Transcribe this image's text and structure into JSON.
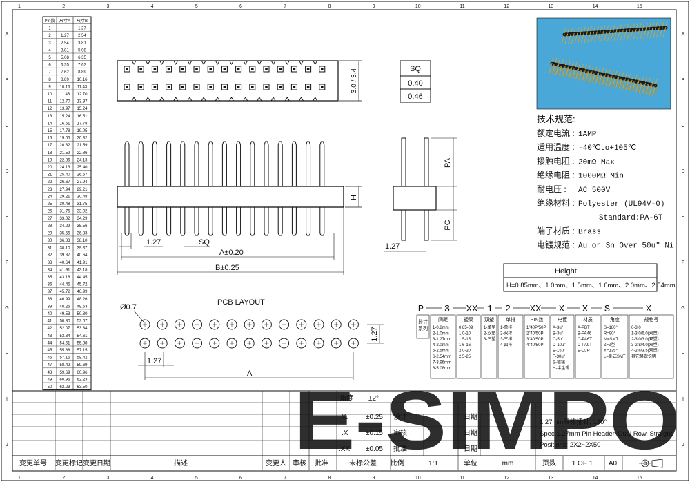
{
  "frame": {
    "top_numbers": [
      "1",
      "2",
      "3",
      "4",
      "5",
      "6",
      "7",
      "8",
      "9",
      "10",
      "11",
      "12",
      "13",
      "14",
      "15"
    ],
    "side_letters": [
      "A",
      "B",
      "C",
      "D",
      "E",
      "F",
      "G",
      "H",
      "I",
      "J"
    ]
  },
  "pin_table": {
    "headers": [
      "Pin数",
      "尺寸A",
      "尺寸B"
    ],
    "rows": [
      [
        "1",
        "",
        "1.27"
      ],
      [
        "2",
        "1.27",
        "2.54"
      ],
      [
        "3",
        "2.54",
        "3.81"
      ],
      [
        "4",
        "3.81",
        "5.08"
      ],
      [
        "5",
        "5.08",
        "6.35"
      ],
      [
        "6",
        "6.35",
        "7.62"
      ],
      [
        "7",
        "7.62",
        "8.89"
      ],
      [
        "8",
        "8.89",
        "10.16"
      ],
      [
        "9",
        "10.16",
        "11.43"
      ],
      [
        "10",
        "11.43",
        "12.70"
      ],
      [
        "11",
        "12.70",
        "13.97"
      ],
      [
        "12",
        "13.97",
        "15.24"
      ],
      [
        "13",
        "15.24",
        "16.51"
      ],
      [
        "14",
        "16.51",
        "17.78"
      ],
      [
        "15",
        "17.78",
        "19.05"
      ],
      [
        "16",
        "19.05",
        "20.32"
      ],
      [
        "17",
        "20.32",
        "21.59"
      ],
      [
        "18",
        "21.59",
        "22.86"
      ],
      [
        "19",
        "22.86",
        "24.13"
      ],
      [
        "20",
        "24.13",
        "25.40"
      ],
      [
        "21",
        "25.40",
        "26.67"
      ],
      [
        "22",
        "26.67",
        "27.94"
      ],
      [
        "23",
        "27.94",
        "29.21"
      ],
      [
        "24",
        "29.21",
        "30.48"
      ],
      [
        "25",
        "30.48",
        "31.75"
      ],
      [
        "26",
        "31.75",
        "33.02"
      ],
      [
        "27",
        "33.02",
        "34.29"
      ],
      [
        "28",
        "34.29",
        "35.56"
      ],
      [
        "29",
        "35.56",
        "36.83"
      ],
      [
        "30",
        "36.83",
        "38.10"
      ],
      [
        "31",
        "38.10",
        "39.37"
      ],
      [
        "32",
        "39.37",
        "40.64"
      ],
      [
        "33",
        "40.64",
        "41.91"
      ],
      [
        "34",
        "41.91",
        "43.18"
      ],
      [
        "35",
        "43.18",
        "44.45"
      ],
      [
        "36",
        "44.45",
        "45.72"
      ],
      [
        "37",
        "45.72",
        "46.99"
      ],
      [
        "38",
        "46.99",
        "48.26"
      ],
      [
        "39",
        "48.26",
        "49.53"
      ],
      [
        "40",
        "49.53",
        "50.80"
      ],
      [
        "41",
        "50.80",
        "52.07"
      ],
      [
        "42",
        "52.07",
        "53.34"
      ],
      [
        "43",
        "53.34",
        "54.61"
      ],
      [
        "44",
        "54.61",
        "55.88"
      ],
      [
        "45",
        "55.88",
        "57.15"
      ],
      [
        "46",
        "57.15",
        "58.42"
      ],
      [
        "47",
        "58.42",
        "59.69"
      ],
      [
        "48",
        "59.69",
        "60.96"
      ],
      [
        "49",
        "60.96",
        "62.23"
      ],
      [
        "50",
        "62.23",
        "63.50"
      ]
    ]
  },
  "dims": {
    "h_top": "3.0 / 3.4",
    "pitch": "1.27",
    "sq": "SQ",
    "a_tol": "A±0.20",
    "b_tol": "B±0.25",
    "pa": "PA",
    "pc": "PC",
    "h": "H",
    "side_pitch": "1.27"
  },
  "sq_table": {
    "header": "SQ",
    "values": [
      "0.40",
      "0.46"
    ]
  },
  "pcb": {
    "title": "PCB LAYOUT",
    "hole": "Ø0.7",
    "pitch_x": "1.27",
    "pitch_y": "1.27",
    "a": "A"
  },
  "specs": {
    "title": "技术规范:",
    "rows": [
      {
        "label": "额定电流 :",
        "value": "1AMP"
      },
      {
        "label": "适用温度 :",
        "value": "-40℃to+105℃"
      },
      {
        "label": "接触电阻 :",
        "value": "20mΩ Max"
      },
      {
        "label": "绝缘电阻 :",
        "value": "1000MΩ Min"
      },
      {
        "label": "耐电压 :",
        "value": "AC 500V"
      },
      {
        "label": "绝缘材料 :",
        "value": "Polyester (UL94V-0)"
      },
      {
        "label": "",
        "value": "Standard:PA-6T"
      },
      {
        "label": "端子材质 :",
        "value": "Brass"
      },
      {
        "label": "电镀规范 :",
        "value": "Au or Sn Over 50u\" Ni"
      }
    ]
  },
  "height_box": {
    "title": "Height",
    "value": "H=0.85mm、1.0mm、1.5mm、1.6mm、2.0mm、2.54mm"
  },
  "part_code": {
    "letters": [
      "P",
      "3",
      "XX",
      "1",
      "2",
      "XX",
      "X",
      "X",
      "S",
      "X"
    ],
    "columns": [
      {
        "head": "排针系列",
        "lines": []
      },
      {
        "head": "间距",
        "lines": [
          "1-0.8mm",
          "2-1.0mm",
          "3-1.27mm",
          "4-2.0mm",
          "5-2.5mm",
          "6-2.54mm",
          "7-3.96mm",
          "8-5.08mm"
        ]
      },
      {
        "head": "塑高",
        "lines": [
          "0.85-09",
          "1.0-10",
          "1.5-15",
          "1.6-16",
          "2.0-20",
          "2.5-25"
        ]
      },
      {
        "head": "双塑",
        "lines": [
          "1-单塑",
          "2-双塑",
          "3-三塑"
        ]
      },
      {
        "head": "单排",
        "lines": [
          "1-单排",
          "2-双排",
          "3-三排",
          "4-四排"
        ]
      },
      {
        "head": "PIN数",
        "lines": [
          "1\"40P/50P",
          "2\"40/50P",
          "3\"40/50P",
          "4\"40/50P"
        ]
      },
      {
        "head": "电镀",
        "lines": [
          "A-3u\"",
          "B-3u\"",
          "C-5u\"",
          "D-10u\"",
          "E-15u\"",
          "F-30u\"",
          "S-镀锡",
          "H-半金锡"
        ]
      },
      {
        "head": "材质",
        "lines": [
          "A-PBT",
          "B-PA46",
          "C-PA6T",
          "D-PA9T",
          "E-LCP"
        ]
      },
      {
        "head": "角度",
        "lines": [
          "S=180°",
          "R=90°",
          "M=SMT",
          "Z=Z型",
          "Y=135°",
          "L=卧式SMT"
        ]
      },
      {
        "head": "规格号",
        "lines": [
          "0-3.0",
          "1-3.0/6.0(双塑)",
          "2-3.0/3.0(双塑)",
          "3-2.8/4.0(双塑)",
          "4-2.6/3.5(双塑)",
          "其它另做说明"
        ]
      }
    ]
  },
  "title_block": {
    "angle_label": "角度",
    "angle_tol": "±2°",
    "x_label": "X.",
    "x_tol": "±0.25",
    "xx_label": ".X",
    "xx_tol": "±0.15",
    "xxx_label": ".XX",
    "xxx_tol": "±0.05",
    "design": "设计",
    "check": "审核",
    "approve": "批准",
    "date": "日期",
    "desc_cn": "1.27mm双排插针, 180°",
    "desc_spec": "Spec:1.27mm Pin Header, Dual Row, Straight",
    "desc_pos": "Positions: 2X2~2X50",
    "bottom": [
      "变更单号",
      "变更标记",
      "变更日期",
      "描述",
      "变更人",
      "审核",
      "批准",
      "未标公差",
      "比例",
      "1:1",
      "单位",
      "mm",
      "页数",
      "1 OF 1",
      "A0"
    ]
  },
  "watermark": "E-SIMPO",
  "colors": {
    "ink": "#111111",
    "watermark": "#6b6b6b",
    "photo_bg": "#4aa8d8"
  }
}
